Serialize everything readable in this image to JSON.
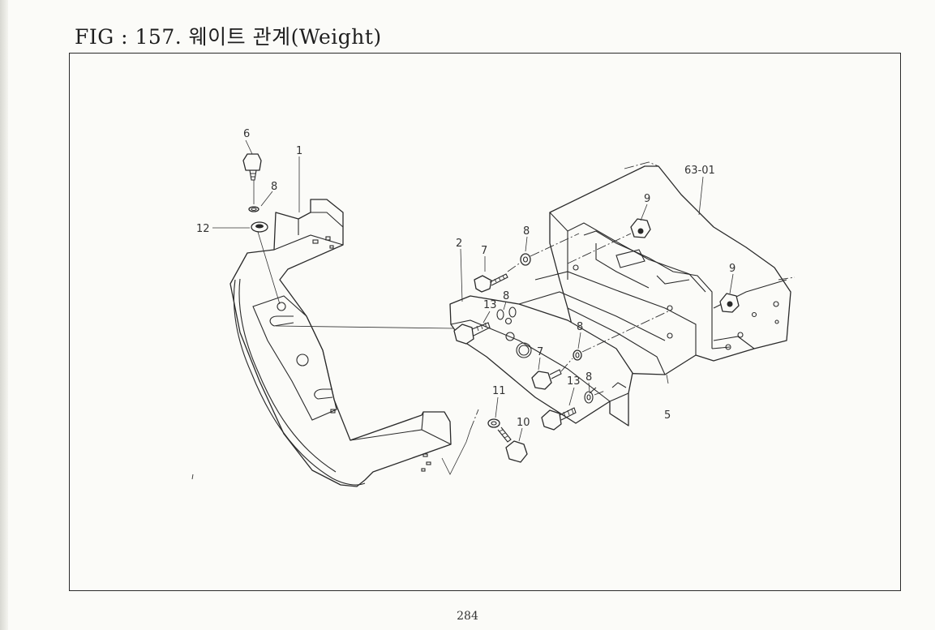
{
  "title": "FIG : 157. 웨이트 관계(Weight)",
  "page_number": "284",
  "callouts": {
    "weight": "1",
    "plate": "2",
    "base": "5",
    "bolt_top": "6",
    "screw_upper": "7",
    "screw_lower": "7",
    "washer_top": "8",
    "washer_upper": "8",
    "washer_mid": "8",
    "washer_right": "8",
    "washer_lower": "8",
    "nut_upper": "9",
    "nut_right": "9",
    "bolt_lower": "10",
    "washer_lower_left": "11",
    "spacer": "12",
    "bolt_plate": "13",
    "bolt_lower_right": "13",
    "ref_part": "63-01"
  }
}
